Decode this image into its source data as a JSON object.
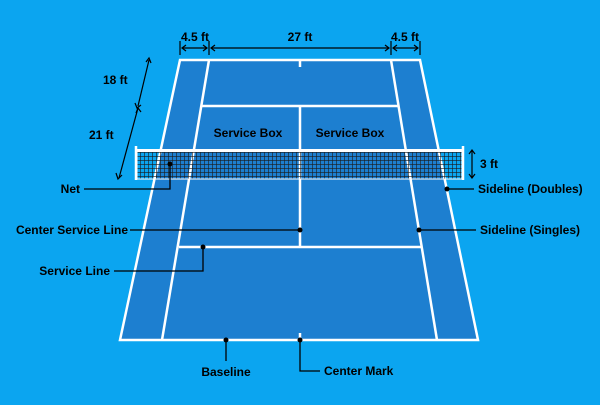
{
  "colors": {
    "background": "#0ba5f0",
    "court": "#1d7fd0",
    "lines": "#ffffff",
    "labels": "#000000",
    "net_mesh": "#1a1a1a"
  },
  "dimensions": {
    "alley_left": "4.5 ft",
    "singles_width": "27 ft",
    "alley_right": "4.5 ft",
    "baseline_to_service": "18 ft",
    "service_to_net": "21 ft",
    "net_height": "3 ft"
  },
  "court_labels": {
    "service_box_left": "Service Box",
    "service_box_right": "Service Box"
  },
  "callouts": {
    "net": "Net",
    "center_service_line": "Center Service Line",
    "service_line": "Service Line",
    "baseline": "Baseline",
    "center_mark": "Center Mark",
    "sideline_doubles": "Sideline (Doubles)",
    "sideline_singles": "Sideline (Singles)"
  }
}
